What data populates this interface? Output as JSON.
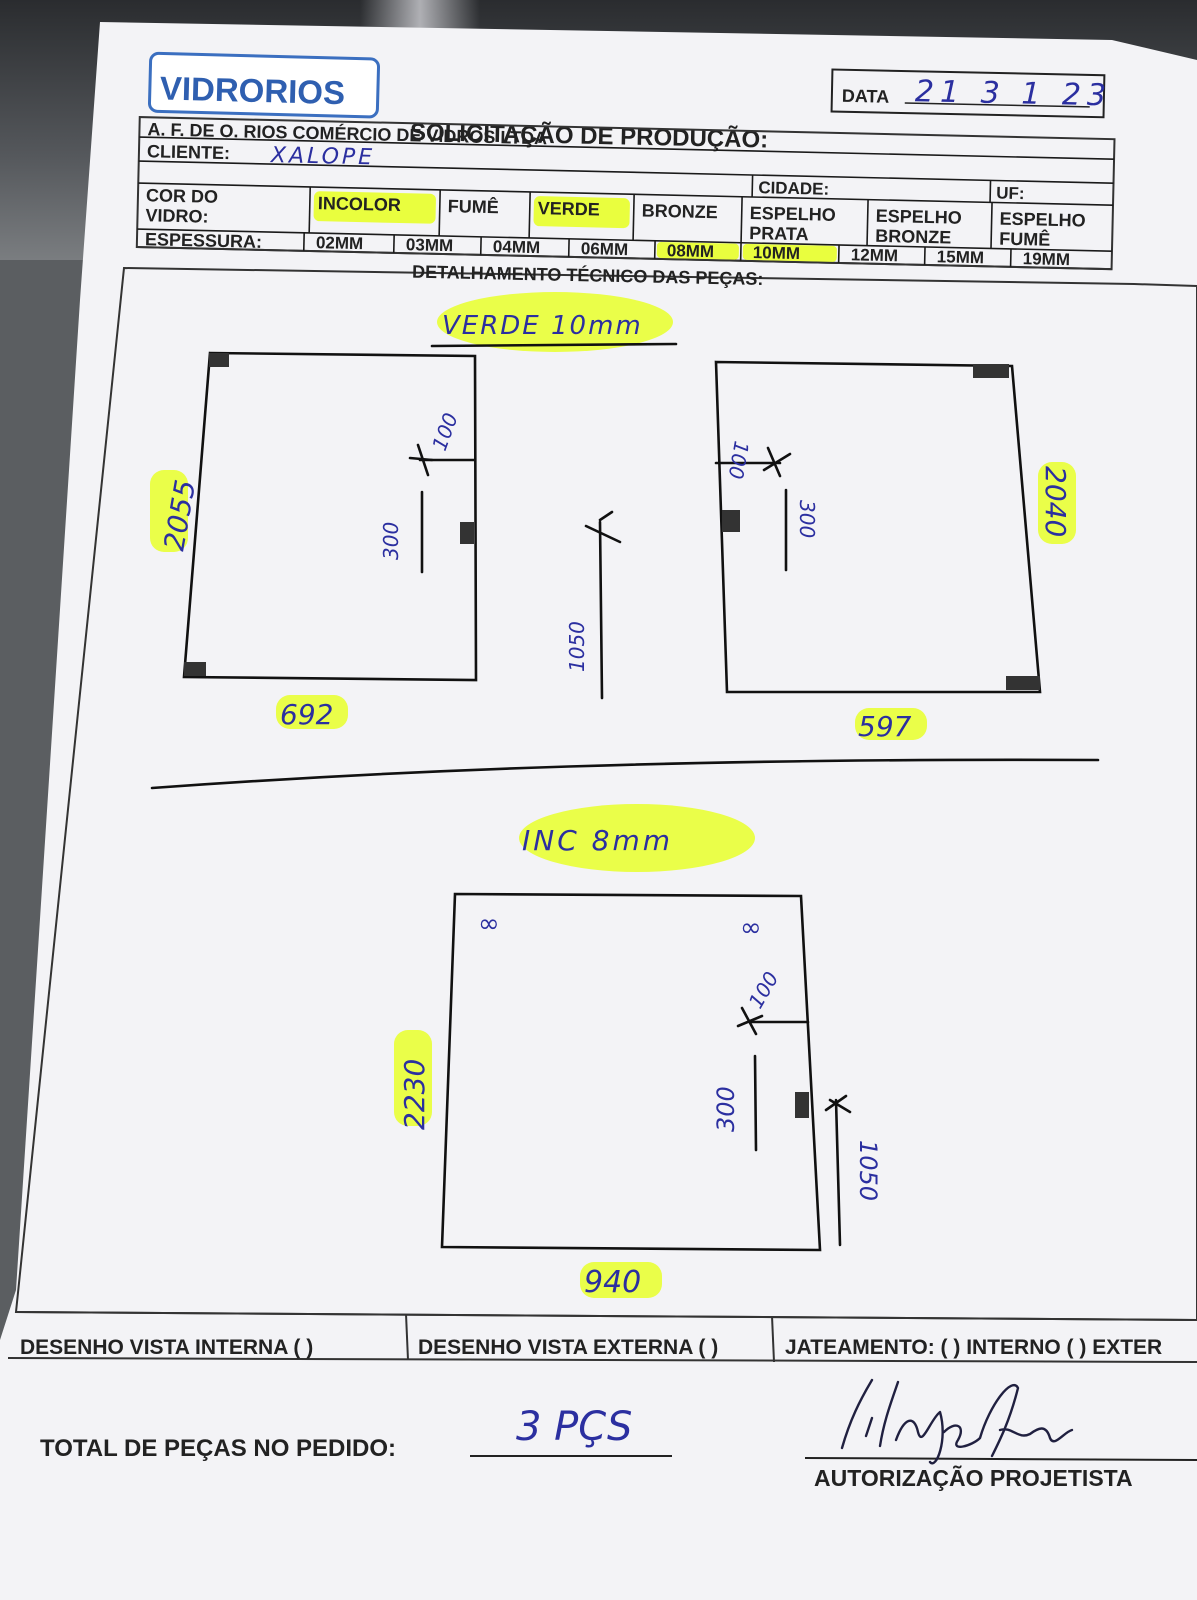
{
  "header": {
    "logo_text": "VIDRORIOS",
    "date_label": "DATA",
    "date_value": "21 3 1 23",
    "title": "SOLICITAÇÃO DE PRODUÇÃO:",
    "company": "A. F. DE O. RIOS COMÉRCIO DE VIDROS LTDA"
  },
  "client_row": {
    "client_label": "CLIENTE:",
    "client_value": "XALOPE",
    "city_label": "CIDADE:",
    "uf_label": "UF:"
  },
  "color_row": {
    "label_line1": "COR DO",
    "label_line2": "VIDRO:",
    "options": [
      {
        "line1": "INCOLOR",
        "line2": "",
        "highlighted": true
      },
      {
        "line1": "FUMÊ",
        "line2": "",
        "highlighted": false
      },
      {
        "line1": "VERDE",
        "line2": "",
        "highlighted": true
      },
      {
        "line1": "BRONZE",
        "line2": "",
        "highlighted": false
      },
      {
        "line1": "ESPELHO",
        "line2": "PRATA",
        "highlighted": false
      },
      {
        "line1": "ESPELHO",
        "line2": "BRONZE",
        "highlighted": false
      },
      {
        "line1": "ESPELHO",
        "line2": "FUMÊ",
        "highlighted": false
      }
    ]
  },
  "thickness_row": {
    "label": "ESPESSURA:",
    "options": [
      {
        "label": "02MM",
        "highlighted": false
      },
      {
        "label": "03MM",
        "highlighted": false
      },
      {
        "label": "04MM",
        "highlighted": false
      },
      {
        "label": "06MM",
        "highlighted": false
      },
      {
        "label": "08MM",
        "highlighted": true
      },
      {
        "label": "10MM",
        "highlighted": true
      },
      {
        "label": "12MM",
        "highlighted": false
      },
      {
        "label": "15MM",
        "highlighted": false
      },
      {
        "label": "19MM",
        "highlighted": false
      }
    ]
  },
  "detail": {
    "title": "DETALHAMENTO TÉCNICO DAS PEÇAS:",
    "section1_note": "VERDE 10mm",
    "piece1": {
      "height": "2055",
      "width": "692",
      "hole_offset": "100",
      "slot": "300"
    },
    "middle_mark": "1050",
    "piece2": {
      "height": "2040",
      "width": "597",
      "hole_offset": "100",
      "slot": "300"
    },
    "section2_note": "INC 8mm",
    "piece3": {
      "height": "2230",
      "width": "940",
      "hole_offset": "100",
      "slot": "300",
      "handle_mark": "1050"
    }
  },
  "footer": {
    "view_internal": "DESENHO VISTA INTERNA ( )",
    "view_external": "DESENHO VISTA EXTERNA ( )",
    "sandblast": "JATEAMENTO: ( ) INTERNO ( ) EXTER",
    "total_label": "TOTAL DE PEÇAS NO PEDIDO:",
    "total_value": "3 PÇS",
    "authorization": "AUTORIZAÇÃO PROJETISTA"
  },
  "colors": {
    "highlighter": "#e8ff2a",
    "ink": "#2b2fa0",
    "logo": "#2f5fb0"
  }
}
